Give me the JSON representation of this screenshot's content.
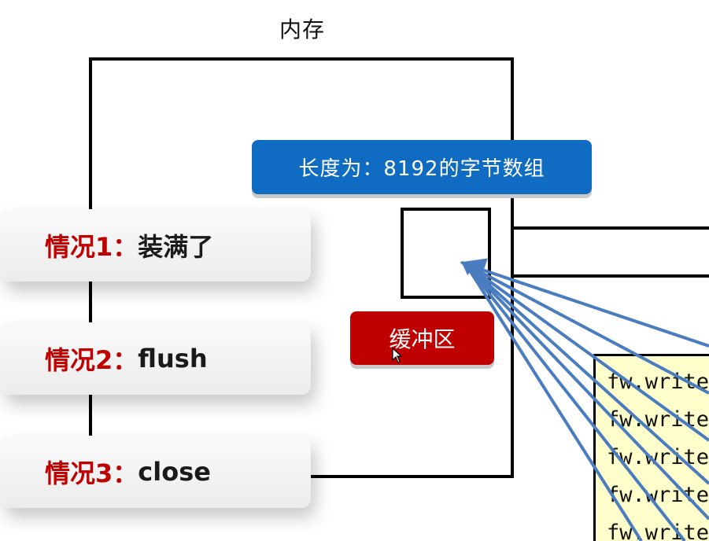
{
  "diagram": {
    "title": "内存",
    "array_label": "长度为：8192的字节数组",
    "buffer_label": "缓冲区",
    "code_lines": [
      "fw.write",
      "fw.write",
      "fw.write",
      "fw.write",
      "fw.write"
    ],
    "cases": [
      {
        "prefix": "情况1：",
        "text": "装满了"
      },
      {
        "prefix": "情况2：",
        "text": "flush"
      },
      {
        "prefix": "情况3：",
        "text": "close"
      }
    ]
  },
  "colors": {
    "array_label_bg": "#0f6cc2",
    "buffer_label_bg": "#c00000",
    "case_prefix": "#c00000",
    "code_card_bg": "#ffffcc",
    "arrow": "#4a7cc0"
  }
}
